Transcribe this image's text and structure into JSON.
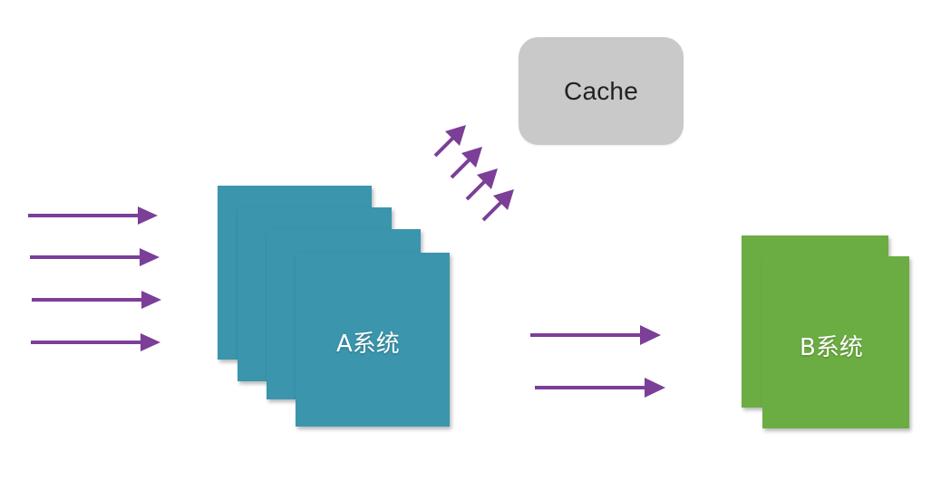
{
  "diagram": {
    "cache": {
      "label": "Cache"
    },
    "system_a": {
      "label": "A系统"
    },
    "system_b": {
      "label": "B系统"
    }
  },
  "colors": {
    "arrow": "#7b3f98",
    "system_a_fill": "#3a95ad",
    "system_b_fill": "#6cad43",
    "cache_fill": "#c9c9c9"
  }
}
